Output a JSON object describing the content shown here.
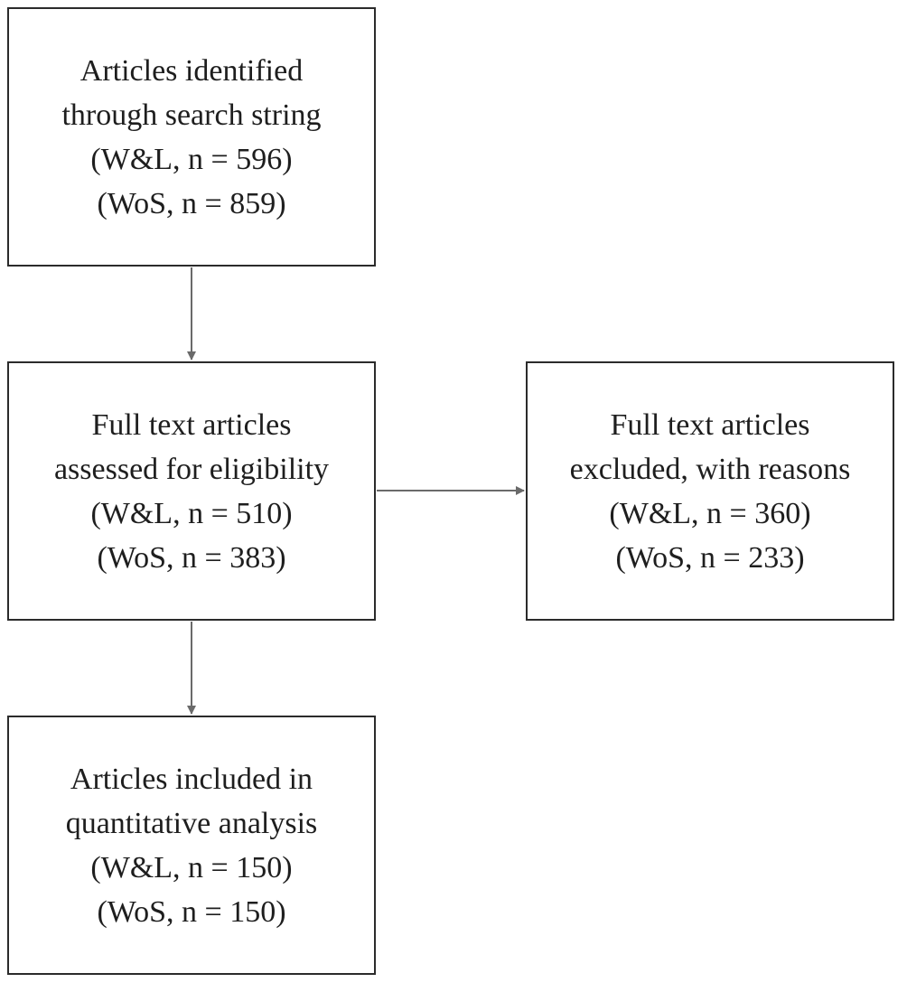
{
  "flowchart": {
    "identified": {
      "line1": "Articles identified",
      "line2": "through search string",
      "line3": "(W&L, n = 596)",
      "line4": "(WoS, n = 859)"
    },
    "assessed": {
      "line1": "Full text articles",
      "line2": "assessed for eligibility",
      "line3": "(W&L, n = 510)",
      "line4": "(WoS, n = 383)"
    },
    "excluded": {
      "line1": "Full text articles",
      "line2": "excluded, with reasons",
      "line3": "(W&L, n = 360)",
      "line4": "(WoS, n = 233)"
    },
    "included": {
      "line1": "Articles included in",
      "line2": "quantitative analysis",
      "line3": "(W&L, n = 150)",
      "line4": "(WoS, n = 150)"
    }
  },
  "colors": {
    "box_border": "#2b2b2b",
    "arrow": "#6a6a6a",
    "text": "#1e1e1e"
  }
}
